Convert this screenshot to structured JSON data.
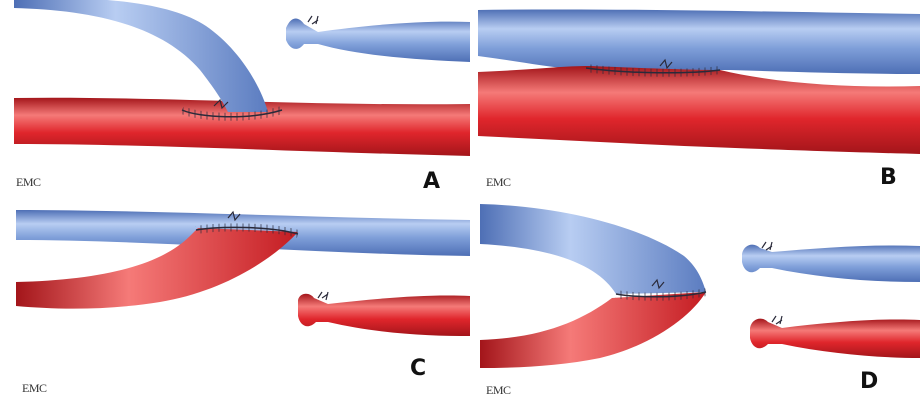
{
  "colors": {
    "vein": "#7f9fd9",
    "vein_dark": "#4e6fb5",
    "vein_light": "#b8cdf2",
    "artery": "#e0262c",
    "artery_dark": "#a3151a",
    "artery_light": "#f57a78",
    "suture": "#2a2a3a"
  },
  "panels": [
    {
      "letter": "A",
      "logo": "EMC"
    },
    {
      "letter": "B",
      "logo": "EMC"
    },
    {
      "letter": "C",
      "logo": "EMC"
    },
    {
      "letter": "D",
      "logo": "EMC"
    }
  ]
}
